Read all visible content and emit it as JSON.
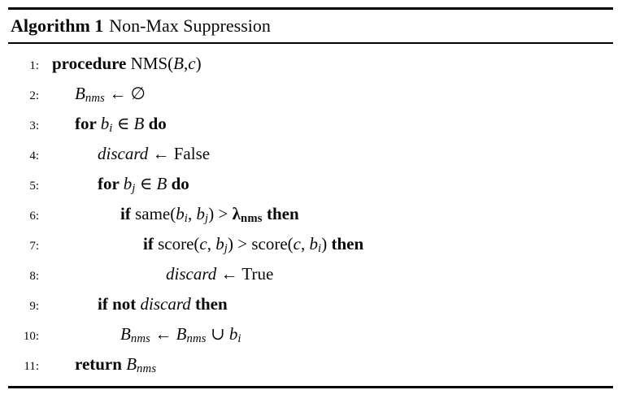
{
  "header": {
    "label": "Algorithm 1",
    "title": "Non-Max Suppression"
  },
  "algorithm": {
    "lines": [
      {
        "number": "1:",
        "indent": 0,
        "segments": [
          {
            "s": "kw",
            "t": "procedure "
          },
          {
            "s": "plain",
            "t": "NMS("
          },
          {
            "s": "var",
            "t": "B"
          },
          {
            "s": "plain",
            "t": ","
          },
          {
            "s": "var",
            "t": "c"
          },
          {
            "s": "plain",
            "t": ")"
          }
        ]
      },
      {
        "number": "2:",
        "indent": 1,
        "segments": [
          {
            "s": "var",
            "t": "B"
          },
          {
            "s": "sub",
            "t": "nms"
          },
          {
            "s": "plain",
            "t": " ← ∅"
          }
        ]
      },
      {
        "number": "3:",
        "indent": 1,
        "segments": [
          {
            "s": "kw",
            "t": "for "
          },
          {
            "s": "var",
            "t": "b"
          },
          {
            "s": "sub",
            "t": "i"
          },
          {
            "s": "plain",
            "t": " ∈ "
          },
          {
            "s": "var",
            "t": "B"
          },
          {
            "s": "kw",
            "t": " do"
          }
        ]
      },
      {
        "number": "4:",
        "indent": 2,
        "segments": [
          {
            "s": "var",
            "t": "discard"
          },
          {
            "s": "plain",
            "t": " ← False"
          }
        ]
      },
      {
        "number": "5:",
        "indent": 2,
        "segments": [
          {
            "s": "kw",
            "t": "for "
          },
          {
            "s": "var",
            "t": "b"
          },
          {
            "s": "sub",
            "t": "j"
          },
          {
            "s": "plain",
            "t": " ∈ "
          },
          {
            "s": "var",
            "t": "B"
          },
          {
            "s": "kw",
            "t": " do"
          }
        ]
      },
      {
        "number": "6:",
        "indent": 3,
        "segments": [
          {
            "s": "kw",
            "t": "if "
          },
          {
            "s": "plain",
            "t": "same("
          },
          {
            "s": "var",
            "t": "b"
          },
          {
            "s": "sub",
            "t": "i"
          },
          {
            "s": "plain",
            "t": ", "
          },
          {
            "s": "var",
            "t": "b"
          },
          {
            "s": "sub",
            "t": "j"
          },
          {
            "s": "plain",
            "t": ") > "
          },
          {
            "s": "bvar",
            "t": "λ"
          },
          {
            "s": "bsub",
            "t": "nms"
          },
          {
            "s": "kw",
            "t": " then"
          }
        ]
      },
      {
        "number": "7:",
        "indent": 4,
        "segments": [
          {
            "s": "kw",
            "t": "if "
          },
          {
            "s": "plain",
            "t": "score("
          },
          {
            "s": "var",
            "t": "c"
          },
          {
            "s": "plain",
            "t": ", "
          },
          {
            "s": "var",
            "t": "b"
          },
          {
            "s": "sub",
            "t": "j"
          },
          {
            "s": "plain",
            "t": ") > score("
          },
          {
            "s": "var",
            "t": "c"
          },
          {
            "s": "plain",
            "t": ", "
          },
          {
            "s": "var",
            "t": "b"
          },
          {
            "s": "sub",
            "t": "i"
          },
          {
            "s": "plain",
            "t": ") "
          },
          {
            "s": "kw",
            "t": "then"
          }
        ]
      },
      {
        "number": "8:",
        "indent": 5,
        "segments": [
          {
            "s": "var",
            "t": "discard"
          },
          {
            "s": "plain",
            "t": " ← True"
          }
        ]
      },
      {
        "number": "9:",
        "indent": 2,
        "segments": [
          {
            "s": "kw",
            "t": "if not "
          },
          {
            "s": "var",
            "t": "discard"
          },
          {
            "s": "kw",
            "t": " then"
          }
        ]
      },
      {
        "number": "10:",
        "indent": 3,
        "segments": [
          {
            "s": "var",
            "t": "B"
          },
          {
            "s": "sub",
            "t": "nms"
          },
          {
            "s": "plain",
            "t": " ← "
          },
          {
            "s": "var",
            "t": "B"
          },
          {
            "s": "sub",
            "t": "nms"
          },
          {
            "s": "plain",
            "t": " ∪ "
          },
          {
            "s": "var",
            "t": "b"
          },
          {
            "s": "sub",
            "t": "i"
          }
        ]
      },
      {
        "number": "11:",
        "indent": 1,
        "segments": [
          {
            "s": "kw",
            "t": "return "
          },
          {
            "s": "var",
            "t": "B"
          },
          {
            "s": "sub",
            "t": "nms"
          }
        ]
      }
    ]
  }
}
